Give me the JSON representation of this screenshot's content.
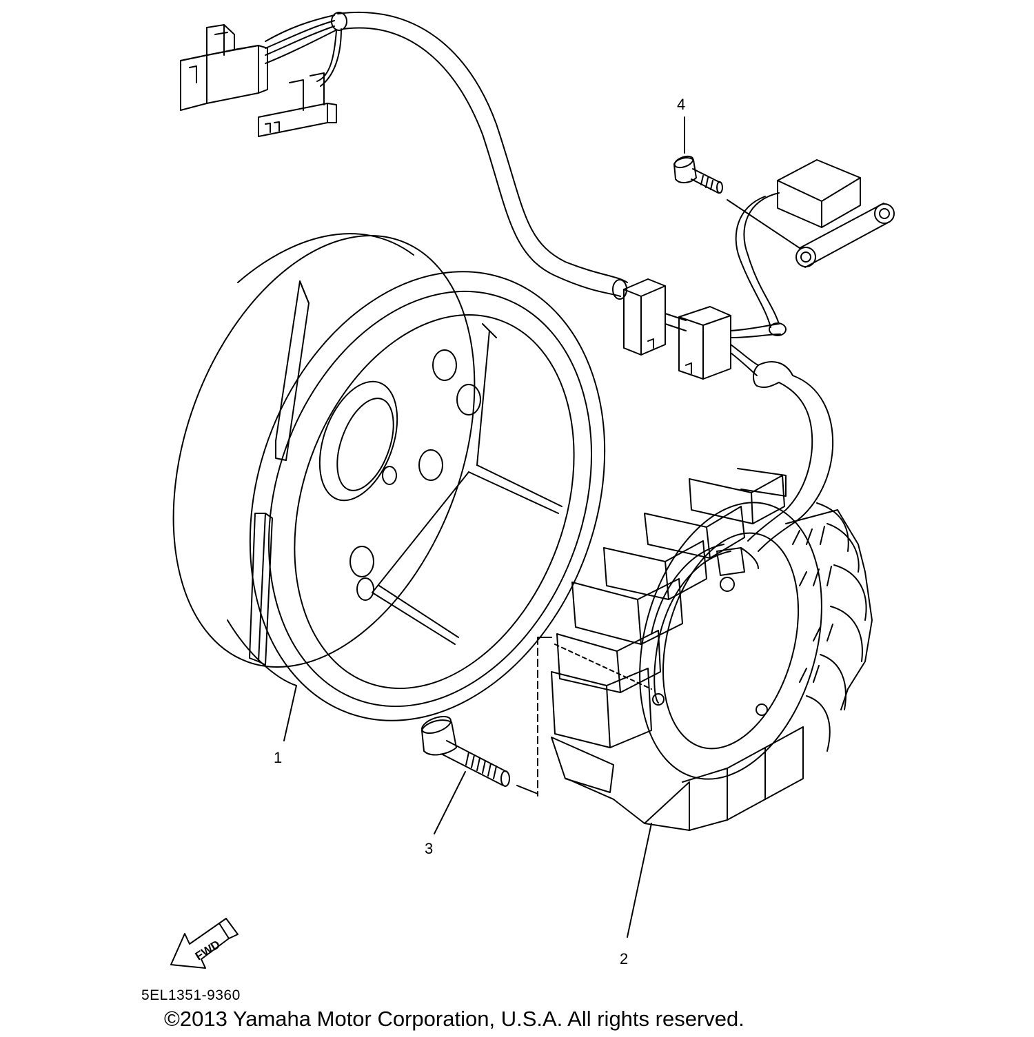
{
  "diagram": {
    "callouts": [
      {
        "id": "1",
        "label": "1"
      },
      {
        "id": "2",
        "label": "2"
      },
      {
        "id": "3",
        "label": "3"
      },
      {
        "id": "4",
        "label": "4"
      }
    ],
    "direction_arrow": {
      "label": "FWD"
    },
    "diagram_code": "5EL1351-9360",
    "copyright": "©2013 Yamaha Motor Corporation, U.S.A. All rights reserved."
  },
  "colors": {
    "line": "#000000",
    "background": "#ffffff"
  }
}
